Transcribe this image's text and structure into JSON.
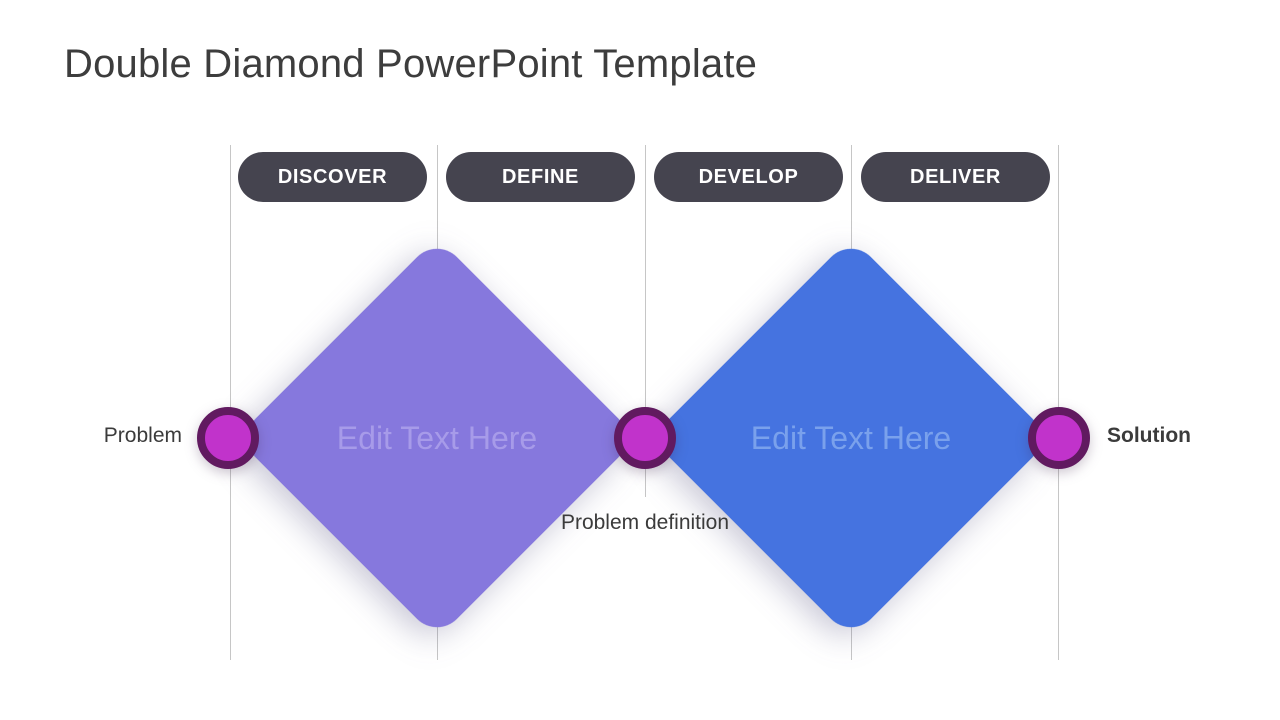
{
  "title": "Double Diamond PowerPoint Template",
  "phases": [
    {
      "label": "DISCOVER"
    },
    {
      "label": "DEFINE"
    },
    {
      "label": "DEVELOP"
    },
    {
      "label": "DELIVER"
    }
  ],
  "diamonds": [
    {
      "text": "Edit Text Here",
      "color": "#8678DD",
      "text_color": "#A79BE9"
    },
    {
      "text": "Edit Text Here",
      "color": "#4573E0",
      "text_color": "#7AA1EC"
    }
  ],
  "milestones": [
    {
      "label": "Problem"
    },
    {
      "label": "Problem definition"
    },
    {
      "label": "Solution"
    }
  ],
  "colors": {
    "badge_bg": "#45444F",
    "badge_text": "#FFFFFF",
    "node_fill": "#C133CB",
    "node_border": "#611A60",
    "gridline": "#C6C6C6",
    "title_text": "#3D3D3D",
    "label_text": "#3B3B3B"
  }
}
